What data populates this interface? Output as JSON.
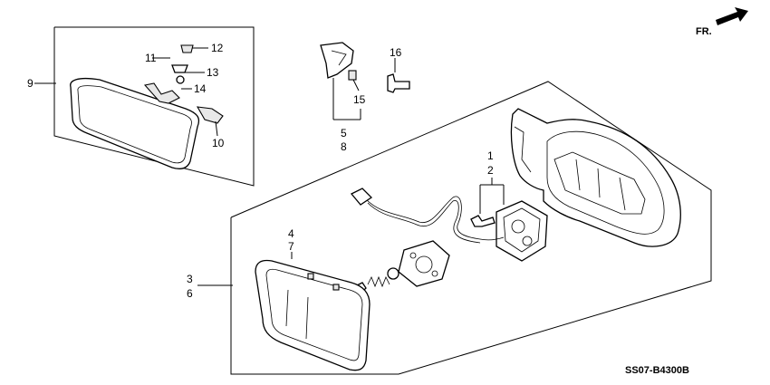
{
  "direction_label": "FR.",
  "diagram_code": "SS07-B4300B",
  "callouts": {
    "c1": "1",
    "c2": "2",
    "c3": "3",
    "c4": "4",
    "c5": "5",
    "c6": "6",
    "c7": "7",
    "c8": "8",
    "c9": "9",
    "c10": "10",
    "c11": "11",
    "c12": "12",
    "c13": "13",
    "c14": "14",
    "c15": "15",
    "c16": "16"
  }
}
